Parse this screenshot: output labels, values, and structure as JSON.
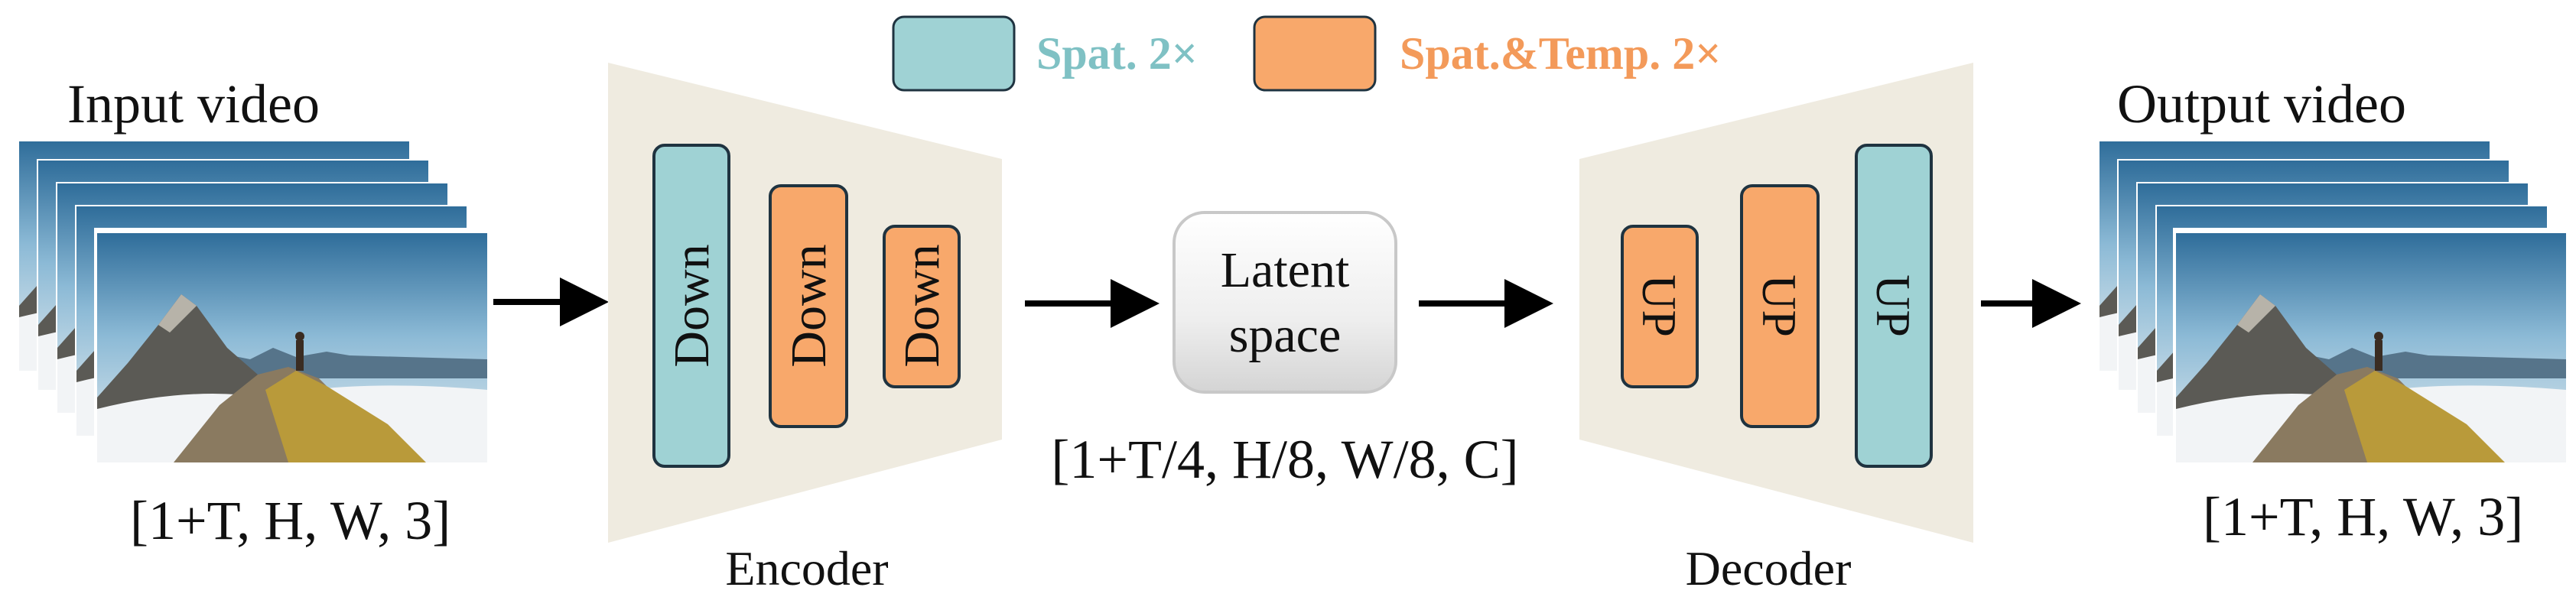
{
  "legend": {
    "spatial": {
      "label": "Spat. 2×",
      "color": "#9fd2d4",
      "text_color": "#7fc1c4"
    },
    "spatiotemporal": {
      "label": "Spat.&Temp. 2×",
      "color": "#f8a86b",
      "text_color": "#f39a5a"
    }
  },
  "input": {
    "title": "Input video",
    "shape": "[1+T, H, W, 3]"
  },
  "output": {
    "title": "Output video",
    "shape": "[1+T, H, W, 3]"
  },
  "encoder": {
    "label": "Encoder",
    "blocks": [
      {
        "text": "Down",
        "kind": "spatial"
      },
      {
        "text": "Down",
        "kind": "spatiotemporal"
      },
      {
        "text": "Down",
        "kind": "spatiotemporal"
      }
    ]
  },
  "latent": {
    "line1": "Latent",
    "line2": "space",
    "shape": "[1+T/4, H/8, W/8, C]"
  },
  "decoder": {
    "label": "Decoder",
    "blocks": [
      {
        "text": "UP",
        "kind": "spatiotemporal"
      },
      {
        "text": "UP",
        "kind": "spatiotemporal"
      },
      {
        "text": "UP",
        "kind": "spatial"
      }
    ]
  },
  "colors": {
    "trapezoid": "#efebe0",
    "block_stroke": "#1f3340",
    "arrow": "#000000"
  },
  "icons": {
    "frame": "mountain-landscape-frame-icon",
    "arrow": "arrow-right-icon"
  }
}
